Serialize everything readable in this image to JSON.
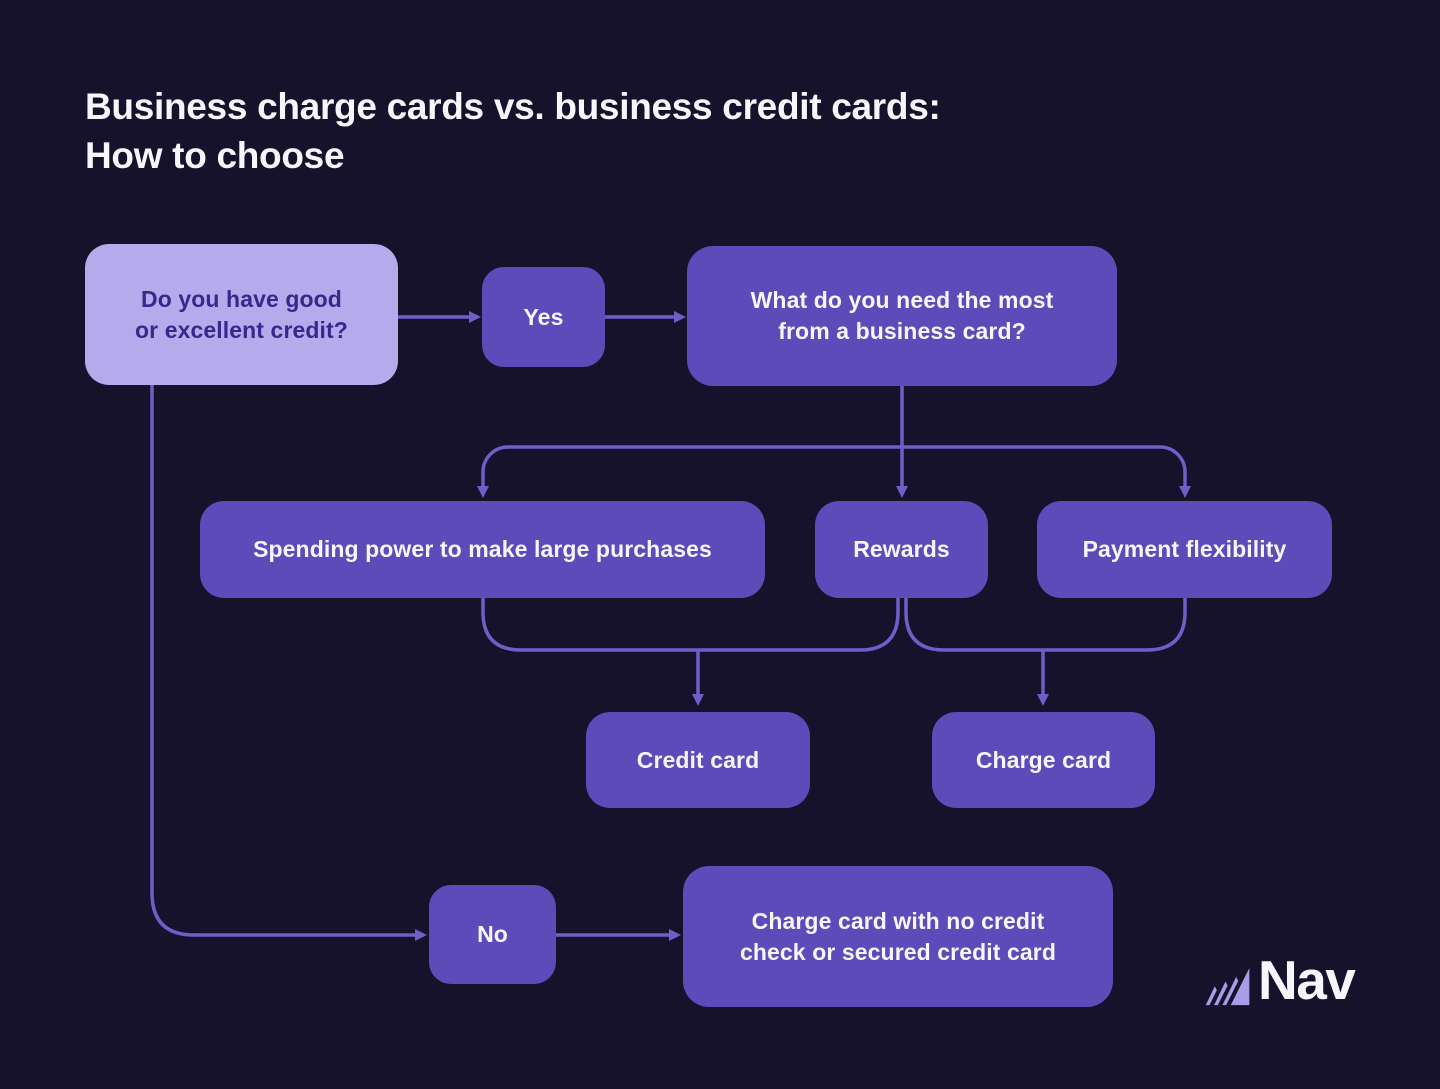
{
  "title": {
    "text": "Business charge cards vs. business credit cards:\nHow to choose"
  },
  "nodes": {
    "question": {
      "text": "Do you have good\nor excellent credit?"
    },
    "yes": {
      "text": "Yes"
    },
    "need": {
      "text": "What do you need the most\nfrom a business card?"
    },
    "spending": {
      "text": "Spending power to make large purchases"
    },
    "rewards": {
      "text": "Rewards"
    },
    "payment": {
      "text": "Payment flexibility"
    },
    "credit": {
      "text": "Credit card"
    },
    "charge": {
      "text": "Charge card"
    },
    "no": {
      "text": "No"
    },
    "fallback": {
      "text": "Charge card with no credit\ncheck or secured credit card"
    }
  },
  "logo": {
    "text": "Nav"
  },
  "colors": {
    "background": "#16122B",
    "node_purple": "#5C4BB8",
    "node_light": "#B5AAEC",
    "node_light_text": "#38288C",
    "connector": "#6E5EC8",
    "logo_mark": "#A89DE6",
    "text_white": "#F7F6FC"
  }
}
